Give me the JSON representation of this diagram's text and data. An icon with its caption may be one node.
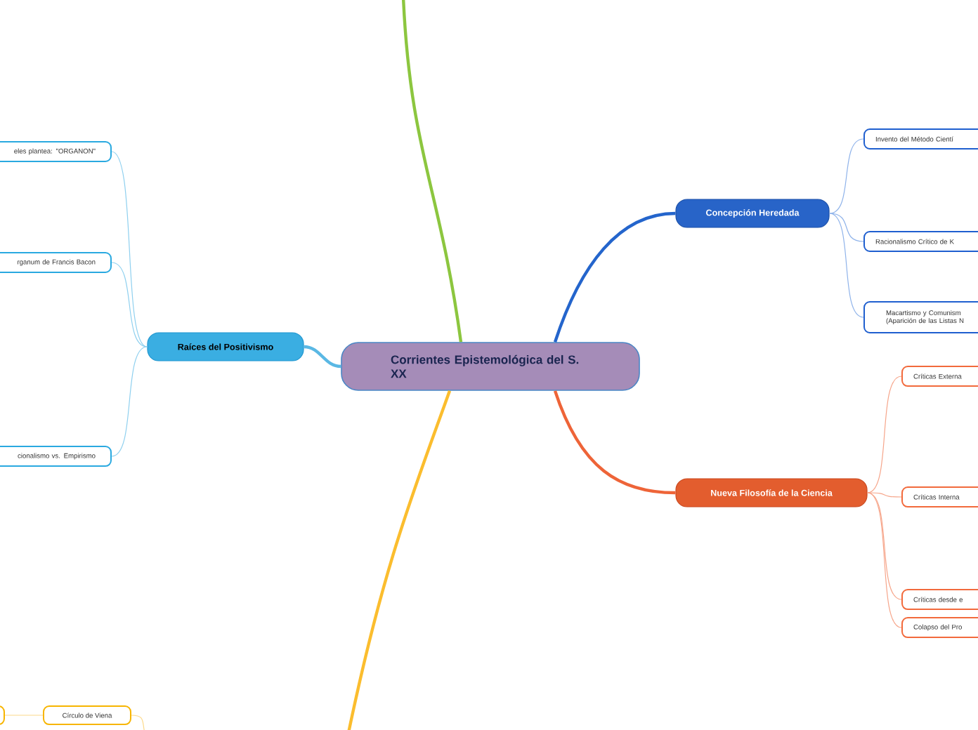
{
  "diagram": {
    "nodes": [
      {
        "text": [
          "Corrientes Epistemológica del S. XX"
        ]
      },
      {
        "text": [
          "Raíces del Positivismo"
        ]
      },
      {
        "text": [
          "eles plantea: \"ORGANON\""
        ]
      },
      {
        "text": [
          "rganum de Francis Bacon"
        ]
      },
      {
        "text": [
          "cionalismo vs. Empirismo"
        ]
      },
      {
        "text": [
          "Concepción Heredada"
        ]
      },
      {
        "text": [
          "Invento del Método Cientí"
        ]
      },
      {
        "text": [
          "Racionalismo Crítico de K"
        ]
      },
      {
        "text": [
          "Macartismo y Comunism (Aparición de las Listas N"
        ]
      },
      {
        "text": [
          "Nueva Filosofía de la Ciencia"
        ]
      },
      {
        "text": [
          "Críticas Externa"
        ]
      },
      {
        "text": [
          "Críticas Interna"
        ]
      },
      {
        "text": [
          "Críticas desde e"
        ]
      },
      {
        "text": [
          "Colapso del Pro"
        ]
      },
      {
        "text": [
          "Círculo de Viena"
        ]
      },
      {
        "text": [],
        "shape": "box"
      }
    ],
    "edges": [
      {
        "from": 0,
        "to": 1,
        "arrow": "none",
        "color": "#5ab8e4",
        "style": "thick"
      },
      {
        "from": 1,
        "to": 2,
        "arrow": "none",
        "color": "#8fd0ef"
      },
      {
        "from": 1,
        "to": 3,
        "arrow": "none",
        "color": "#8fd0ef"
      },
      {
        "from": 1,
        "to": 4,
        "arrow": "none",
        "color": "#8fd0ef"
      },
      {
        "from": 0,
        "to": 5,
        "arrow": "none",
        "color": "#2465cc",
        "style": "thick"
      },
      {
        "from": 5,
        "to": 6,
        "arrow": "none",
        "color": "#8fb3ea"
      },
      {
        "from": 5,
        "to": 7,
        "arrow": "none",
        "color": "#8fb3ea"
      },
      {
        "from": 5,
        "to": 8,
        "arrow": "none",
        "color": "#8fb3ea"
      },
      {
        "from": 0,
        "to": 9,
        "arrow": "none",
        "color": "#ee6438",
        "style": "thick"
      },
      {
        "from": 9,
        "to": 10,
        "arrow": "none",
        "color": "#f6a58a"
      },
      {
        "from": 9,
        "to": 11,
        "arrow": "none",
        "color": "#f6a58a"
      },
      {
        "from": 9,
        "to": 12,
        "arrow": "none",
        "color": "#f6a58a"
      },
      {
        "from": 9,
        "to": 13,
        "arrow": "none",
        "color": "#f6a58a"
      },
      {
        "from": 14,
        "to": 15,
        "arrow": "none",
        "color": "#fcd98a"
      },
      {
        "from": 0,
        "to": null,
        "arrow": "none",
        "color": "#8cc63f",
        "style": "thick"
      },
      {
        "from": 0,
        "to": null,
        "arrow": "none",
        "color": "#fbbd2e",
        "style": "thick"
      },
      {
        "from": 14,
        "to": null,
        "arrow": "none",
        "color": "#fcd98a"
      }
    ]
  }
}
